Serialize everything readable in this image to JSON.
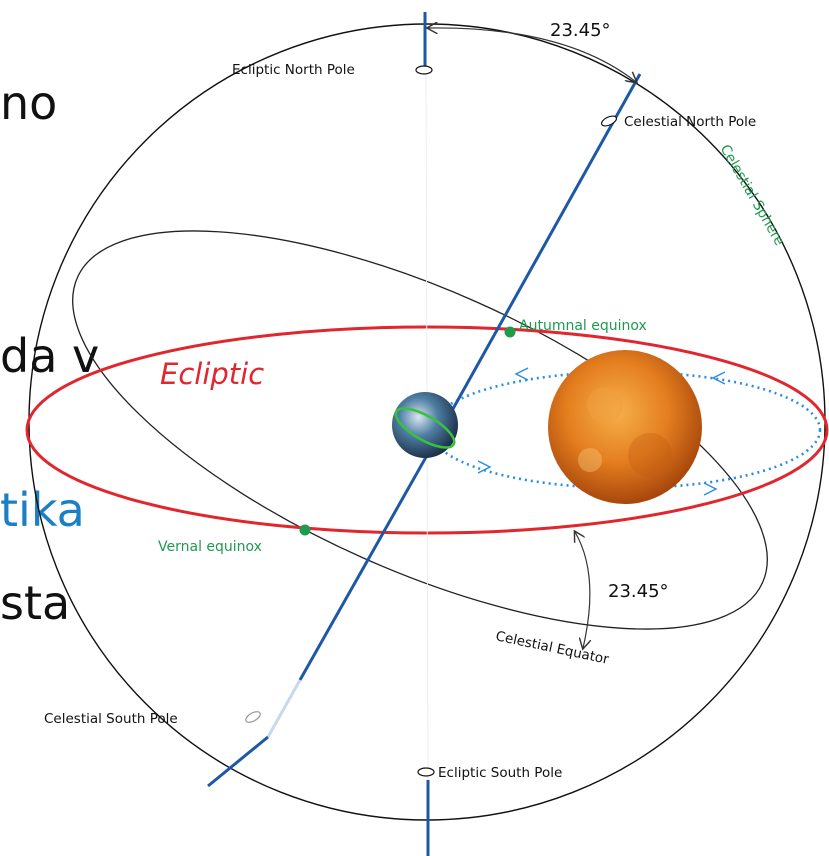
{
  "slide_text": {
    "line1": "no",
    "line2": "da v",
    "line3": "tika",
    "line4": "sta"
  },
  "diagram": {
    "labels": {
      "ecliptic_north_pole": "Ecliptic North Pole",
      "celestial_north_pole": "Celestial North Pole",
      "celestial_sphere": "Celestial Sphere",
      "autumnal_equinox": "Autumnal equinox",
      "ecliptic": "Ecliptic",
      "vernal_equinox": "Vernal equinox",
      "celestial_equator": "Celestial Equator",
      "celestial_south_pole": "Celestial South Pole",
      "ecliptic_south_pole": "Ecliptic South Pole",
      "tilt_top": "23.45°",
      "tilt_bottom": "23.45°"
    },
    "colors": {
      "ecliptic": "#e0262e",
      "axis": "#1d58a6",
      "equinox_marker": "#1f9a4f",
      "orbit": "#2a8de0",
      "sun": "#e07a1c",
      "earth": "#2f5f86"
    }
  }
}
